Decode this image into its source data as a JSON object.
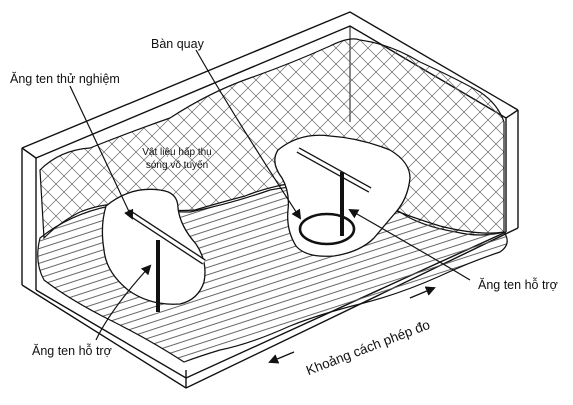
{
  "labels": {
    "turntable": "Bàn quay",
    "test_antenna": "Ăng ten thử nghiệm",
    "absorber_line1": "Vật liệu hấp thụ",
    "absorber_line2": "sóng vô tuyến",
    "aux_antenna_right": "Ăng ten hỗ trợ",
    "aux_antenna_bottom": "Ăng ten hỗ trợ",
    "measurement_distance": "Khoảng cách phép đo"
  },
  "colors": {
    "line": "#111111",
    "floor_hatch": "#555555",
    "mesh": "#6b6b6b",
    "background": "#ffffff"
  }
}
